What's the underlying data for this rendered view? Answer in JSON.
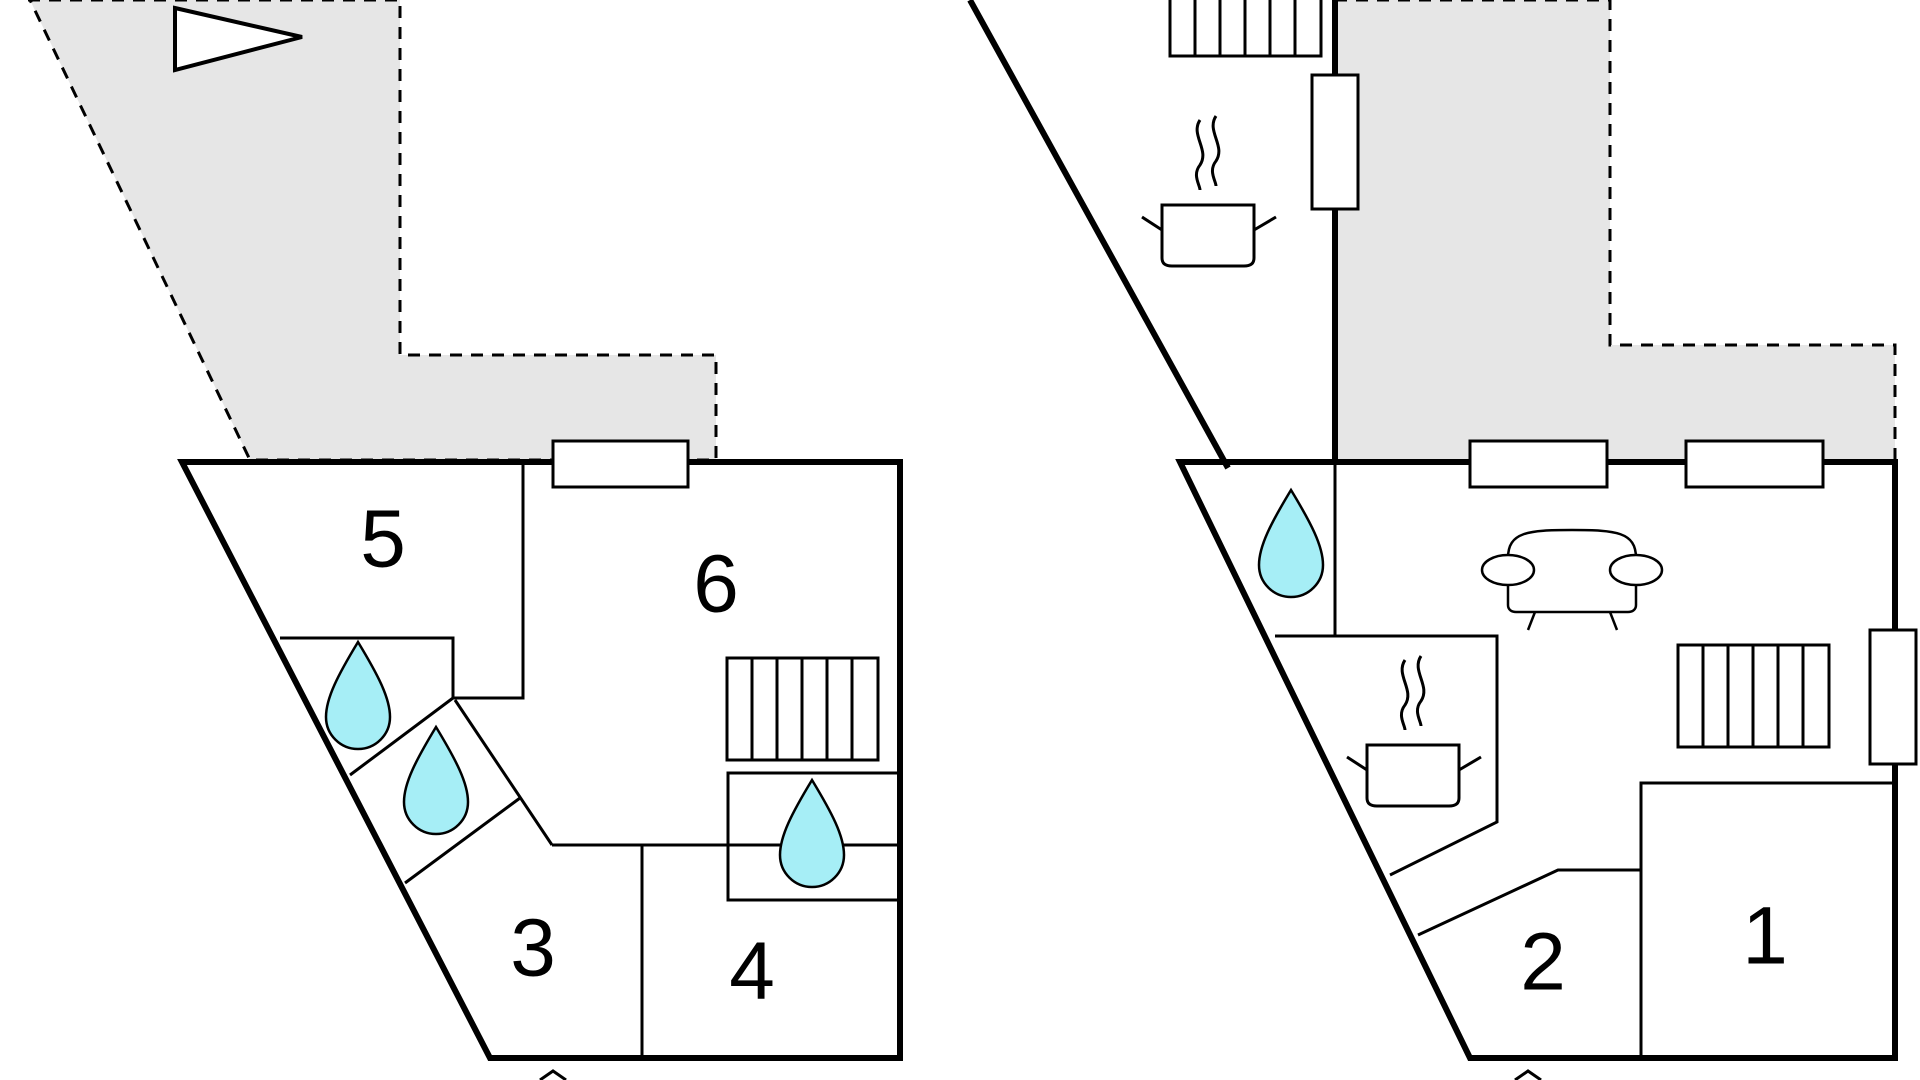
{
  "floor_plan": {
    "left": {
      "rooms": [
        {
          "id": "room-5",
          "label": "5"
        },
        {
          "id": "room-6",
          "label": "6"
        },
        {
          "id": "room-3",
          "label": "3"
        },
        {
          "id": "room-4",
          "label": "4"
        }
      ]
    },
    "right": {
      "rooms": [
        {
          "id": "room-2",
          "label": "2"
        },
        {
          "id": "room-1",
          "label": "1"
        }
      ]
    },
    "icons": [
      "north-arrow-icon",
      "bathroom-drop-icon",
      "kitchen-pot-icon",
      "stairs-icon",
      "sofa-icon",
      "window-icon"
    ],
    "colors": {
      "terrace": "#e6e6e6",
      "water": "#a6eef6",
      "wall": "#000000",
      "steam": "#8a8a8a"
    }
  }
}
